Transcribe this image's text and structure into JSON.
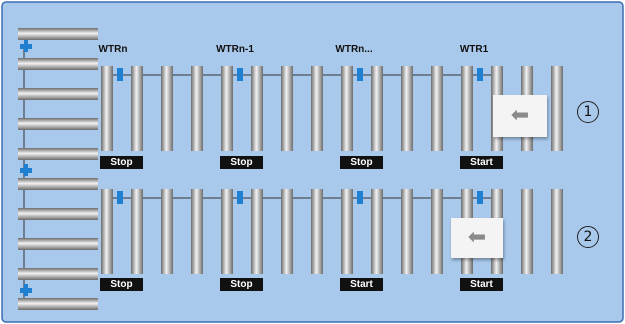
{
  "diagram": {
    "colors": {
      "background": "#a9c9ec",
      "frame": "#3a6db4",
      "roller_dark": "#6c6c6c",
      "roller_light": "#f2f2f2",
      "sensor": "#1f7fd0",
      "label_bg": "#111111",
      "label_text": "#ffffff"
    },
    "zones": [
      {
        "name": "WTRn"
      },
      {
        "name": "WTRn-1"
      },
      {
        "name": "WTRn..."
      },
      {
        "name": "WTR1"
      }
    ],
    "rows": [
      {
        "step": "1",
        "badges": [
          "Stop",
          "Stop",
          "Stop",
          "Start"
        ],
        "arrow_icon": "left-arrow-icon",
        "arrow_glyph": "⬅"
      },
      {
        "step": "2",
        "badges": [
          "Stop",
          "Stop",
          "Start",
          "Start"
        ],
        "arrow_icon": "left-arrow-icon",
        "arrow_glyph": "⬅"
      }
    ]
  }
}
